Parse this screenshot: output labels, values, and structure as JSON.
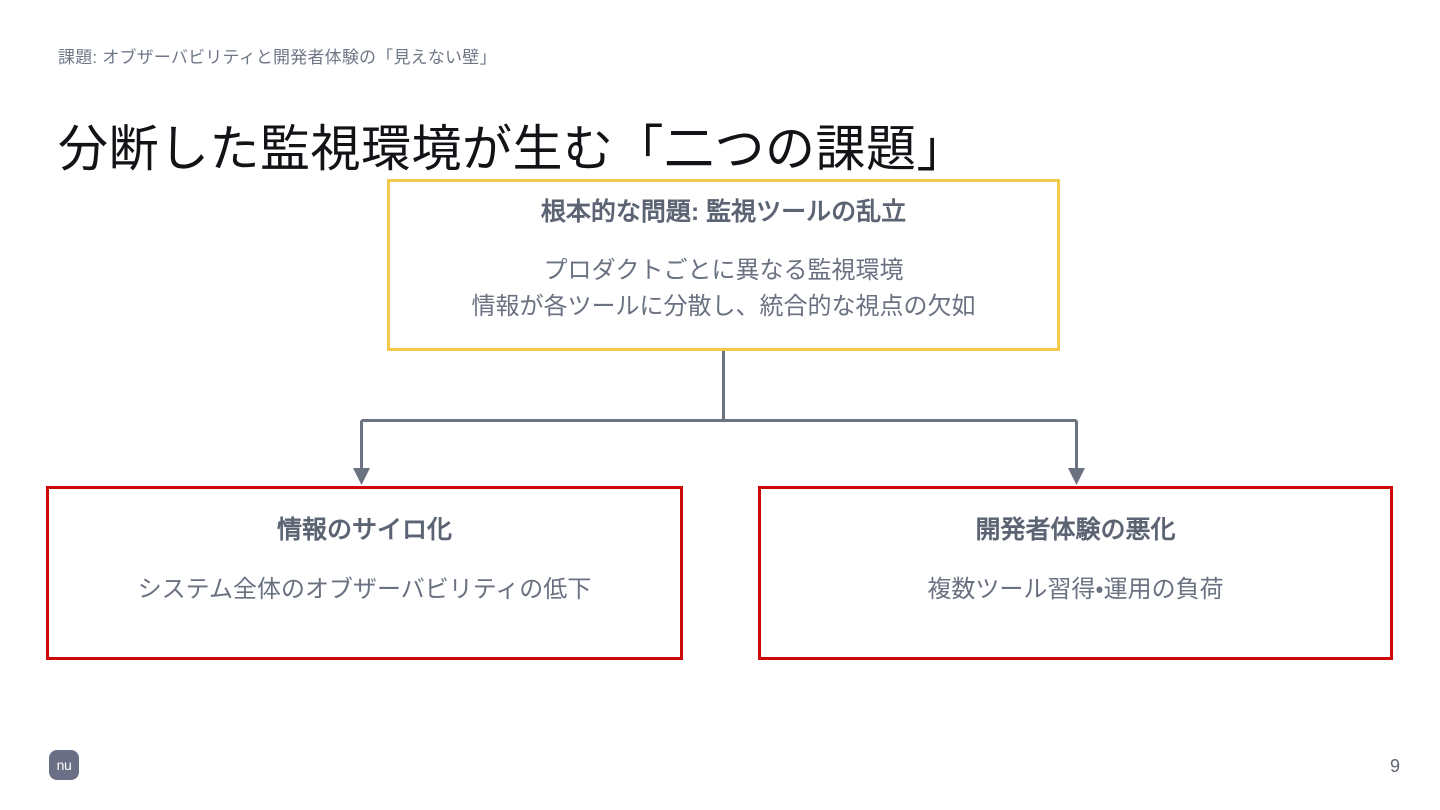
{
  "slide": {
    "page_number": "9",
    "eyebrow": "課題: オブザーバビリティと開発者体験の「見えない壁」",
    "title": "分断した監視環境が生む「二つの課題」"
  },
  "colors": {
    "background": "#ffffff",
    "title_text": "#111316",
    "eyebrow_text": "#6f7787",
    "node_title_text": "#5c6474",
    "node_body_text": "#6a7181",
    "root_border": "#f2c94c",
    "leaf_border": "#cc0a0a",
    "connector": "#6b7280",
    "logo_background": "#6b6f86",
    "page_number_text": "#5f6672"
  },
  "diagram": {
    "root": {
      "title": "根本的な問題: 監視ツールの乱立",
      "body_lines": [
        "プロダクトごとに異なる監視環境",
        "情報が各ツールに分散し、統合的な視点の欠如"
      ]
    },
    "leaves": [
      {
        "title": "情報のサイロ化",
        "body_lines": [
          "システム全体のオブザーバビリティの低下"
        ]
      },
      {
        "title": "開発者体験の悪化",
        "body_lines": [
          "複数ツール習得・運用の負荷"
        ]
      }
    ]
  },
  "footer": {
    "logo_text": "nu"
  }
}
